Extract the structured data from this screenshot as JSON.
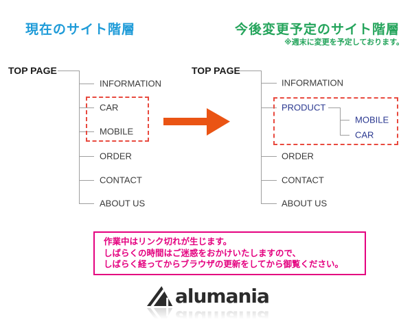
{
  "header": {
    "left_title": "現在のサイト階層",
    "right_title": "今後変更予定のサイト階層",
    "right_subtitle": "※週末に変更を予定しております。",
    "left_title_color": "#1E9BD8",
    "right_title_color": "#24A45B"
  },
  "left_tree": {
    "root": "TOP PAGE",
    "items": [
      {
        "label": "INFORMATION",
        "highlighted": false
      },
      {
        "label": "CAR",
        "highlighted": true
      },
      {
        "label": "MOBILE",
        "highlighted": true
      },
      {
        "label": "ORDER",
        "highlighted": false
      },
      {
        "label": "CONTACT",
        "highlighted": false
      },
      {
        "label": "ABOUT US",
        "highlighted": false
      }
    ]
  },
  "right_tree": {
    "root": "TOP PAGE",
    "items": [
      {
        "label": "INFORMATION",
        "highlighted": false
      },
      {
        "label": "PRODUCT",
        "highlighted": true
      },
      {
        "label": "ORDER",
        "highlighted": false
      },
      {
        "label": "CONTACT",
        "highlighted": false
      },
      {
        "label": "ABOUT US",
        "highlighted": false
      }
    ],
    "product_children": [
      {
        "label": "MOBILE"
      },
      {
        "label": "CAR"
      }
    ],
    "highlight_text_color": "#2B3990"
  },
  "arrow": {
    "direction": "right",
    "color": "#EA5414"
  },
  "highlight_box_color": "#E8493E",
  "notice": {
    "border_color": "#E4007F",
    "text_color": "#E4007F",
    "lines": [
      "作業中はリンク切れが生じます。",
      "しばらくの時間はご迷惑をおかけいたしますので、",
      "しばらく経ってからブラウザの更新をしてから御覧ください。"
    ]
  },
  "logo": {
    "text": "alumania",
    "mark": "alumania-a-mark",
    "color": "#2b2b2b"
  }
}
